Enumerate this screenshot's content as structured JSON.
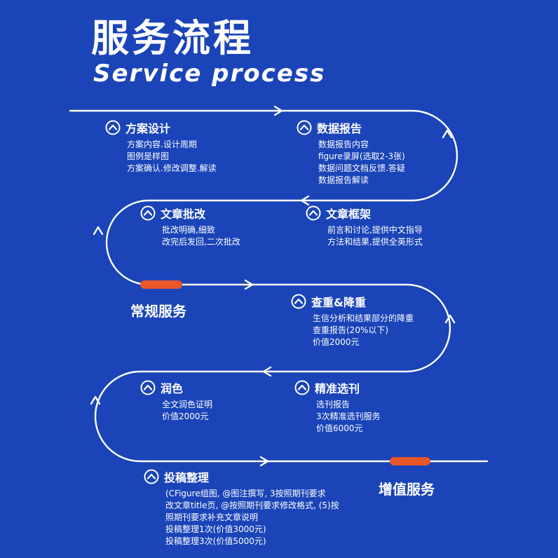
{
  "header": {
    "title_cn": "服务流程",
    "title_en": "Service process"
  },
  "colors": {
    "background": "#1a44b8",
    "line": "#ffffff",
    "marker": "#e8562a",
    "text": "#ffffff"
  },
  "icon": "chevron-up-circle-icon",
  "steps": [
    {
      "title": "方案设计",
      "lines": [
        "方案内容.设计周期",
        "图例是样图",
        "方案确认.修改调整.解读"
      ]
    },
    {
      "title": "数据报告",
      "lines": [
        "数据报告内容",
        "figure录屏(选取2-3张)",
        "数据问题文档反馈.答疑",
        "数据报告解读"
      ]
    },
    {
      "title": "文章批改",
      "lines": [
        "批改明确,细致",
        "改完后发回,二次批改"
      ]
    },
    {
      "title": "文章框架",
      "lines": [
        "前言和讨论,提供中文指导",
        "方法和结果,提供全英形式"
      ]
    },
    {
      "title": "查重&降重",
      "lines": [
        "生信分析和结果部分的降重",
        "查重报告(20%以下)",
        "价值2000元"
      ]
    },
    {
      "title": "润色",
      "lines": [
        "全文润色证明",
        "价值2000元"
      ]
    },
    {
      "title": "精准选刊",
      "lines": [
        "选刊报告",
        "3次精准选刊服务",
        "价值6000元"
      ]
    },
    {
      "title": "投稿整理",
      "lines": [
        "(CFigure组图, @图注撰写, 3按照期刊要求",
        "改文章title页, @按照期刊要求修改格式, (5)按",
        "照期刊要求补充文章说明",
        "投稿整理1次(价值3000元)",
        "投稿整理3次(价值5000元)"
      ]
    }
  ],
  "sections": {
    "regular": "常规服务",
    "value_added": "增值服务"
  }
}
